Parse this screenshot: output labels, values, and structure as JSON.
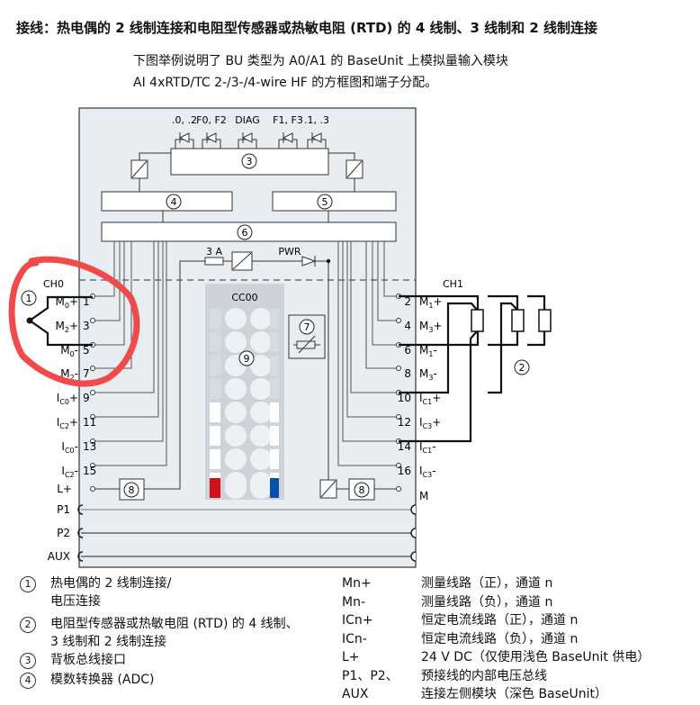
{
  "title": "接线：热电偶的 2 线制连接和电阻型传感器或热敏电阻 (RTD) 的 4 线制、3 线制和 2 线制连接",
  "intro": [
    "下图举例说明了 BU 类型为 A0/A1 的 BaseUnit 上模拟量输入模块",
    "AI 4xRTD/TC 2-/3-/4-wire HF 的方框图和端子分配。"
  ],
  "diagram": {
    "leds": [
      ".0, .2",
      "F0, F2",
      "DIAG",
      "F1, F3",
      ".1, .3"
    ],
    "blocks": {
      "b3": "3",
      "b4": "4",
      "b5": "5",
      "b6": "6",
      "b7": "7",
      "b8": "8",
      "b9": "9",
      "b1": "1",
      "b2": "2"
    },
    "fuse": "3 A",
    "pwr": "PWR",
    "ch0": "CH0",
    "ch1": "CH1",
    "cc": "CC00",
    "left_terminals": [
      {
        "n": "1",
        "m": "M",
        "s": "0",
        "x": "+"
      },
      {
        "n": "3",
        "m": "M",
        "s": "2",
        "x": "+"
      },
      {
        "n": "5",
        "m": "M",
        "s": "0",
        "x": "-"
      },
      {
        "n": "7",
        "m": "M",
        "s": "2",
        "x": "-"
      },
      {
        "n": "9",
        "m": "I",
        "s": "C0",
        "x": "+"
      },
      {
        "n": "11",
        "m": "I",
        "s": "C2",
        "x": "+"
      },
      {
        "n": "13",
        "m": "I",
        "s": "C0",
        "x": "-"
      },
      {
        "n": "15",
        "m": "I",
        "s": "C2",
        "x": "-"
      }
    ],
    "right_terminals": [
      {
        "n": "2",
        "m": "M",
        "s": "1",
        "x": "+"
      },
      {
        "n": "4",
        "m": "M",
        "s": "3",
        "x": "+"
      },
      {
        "n": "6",
        "m": "M",
        "s": "1",
        "x": "-"
      },
      {
        "n": "8",
        "m": "M",
        "s": "3",
        "x": "-"
      },
      {
        "n": "10",
        "m": "I",
        "s": "C1",
        "x": "+"
      },
      {
        "n": "12",
        "m": "I",
        "s": "C3",
        "x": "+"
      },
      {
        "n": "14",
        "m": "I",
        "s": "C1",
        "x": "-"
      },
      {
        "n": "16",
        "m": "I",
        "s": "C3",
        "x": "-"
      }
    ],
    "lplus": "L+",
    "m": "M",
    "bus": [
      "P1",
      "P2",
      "AUX"
    ]
  },
  "legend": {
    "left": [
      {
        "num": "1",
        "text": [
          "热电偶的 2 线制连接/",
          "电压连接"
        ]
      },
      {
        "num": "2",
        "text": [
          "电阻型传感器或热敏电阻 (RTD) 的 4 线制、",
          "3 线制和 2 线制连接"
        ]
      },
      {
        "num": "3",
        "text": [
          "背板总线接口"
        ]
      },
      {
        "num": "4",
        "text": [
          "模数转换器 (ADC)"
        ]
      }
    ],
    "right": [
      {
        "key": "Mn+",
        "desc": "测量线路（正），通道 n"
      },
      {
        "key": "Mn-",
        "desc": "测量线路（负），通道 n"
      },
      {
        "key": "ICn+",
        "desc": "恒定电流线路（正），通道 n"
      },
      {
        "key": "ICn-",
        "desc": "恒定电流线路（负），通道 n"
      },
      {
        "key": "L+",
        "desc": "24 V DC（仅使用浅色 BaseUnit 供电）"
      },
      {
        "key": "P1、P2、",
        "desc": "预接线的内部电压总线"
      },
      {
        "key": "AUX",
        "desc": "连接左侧模块（深色 BaseUnit）"
      }
    ]
  },
  "colors": {
    "module_bg": "#e8edf1",
    "annotation": "#f04a4a",
    "red_slot": "#d0101a",
    "blue_slot": "#0a4fa8"
  }
}
